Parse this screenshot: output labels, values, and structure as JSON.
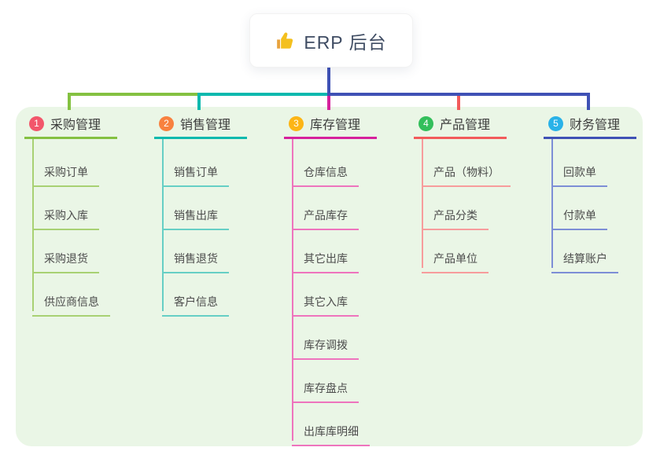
{
  "root": {
    "label": "ERP 后台",
    "icon": "thumbs-up-icon",
    "icon_color": "#f4c01e",
    "card_background": "#ffffff",
    "text_color": "#3f4c63"
  },
  "panel": {
    "background": "#eaf6e6"
  },
  "connector": {
    "stem_color": "#3f51b5"
  },
  "branches": [
    {
      "number": "1",
      "label": "采购管理",
      "badge_color": "#f2566b",
      "line_color": "#84c141",
      "child_line_color": "#a8d173",
      "children": [
        "采购订单",
        "采购入库",
        "采购退货",
        "供应商信息"
      ]
    },
    {
      "number": "2",
      "label": "销售管理",
      "badge_color": "#f8813f",
      "line_color": "#0cb9ae",
      "child_line_color": "#66cfc5",
      "children": [
        "销售订单",
        "销售出库",
        "销售退货",
        "客户信息"
      ]
    },
    {
      "number": "3",
      "label": "库存管理",
      "badge_color": "#fcb515",
      "line_color": "#d6219c",
      "child_line_color": "#ee74bd",
      "children": [
        "仓库信息",
        "产品库存",
        "其它出库",
        "其它入库",
        "库存调拨",
        "库存盘点",
        "出库库明细"
      ]
    },
    {
      "number": "4",
      "label": "产品管理",
      "badge_color": "#33bf5b",
      "line_color": "#f25b5b",
      "child_line_color": "#f79c9c",
      "children": [
        "产品（物料）",
        "产品分类",
        "产品单位"
      ]
    },
    {
      "number": "5",
      "label": "财务管理",
      "badge_color": "#29b2e8",
      "line_color": "#3f51b5",
      "child_line_color": "#7d8ed6",
      "children": [
        "回款单",
        "付款单",
        "结算账户"
      ]
    }
  ]
}
